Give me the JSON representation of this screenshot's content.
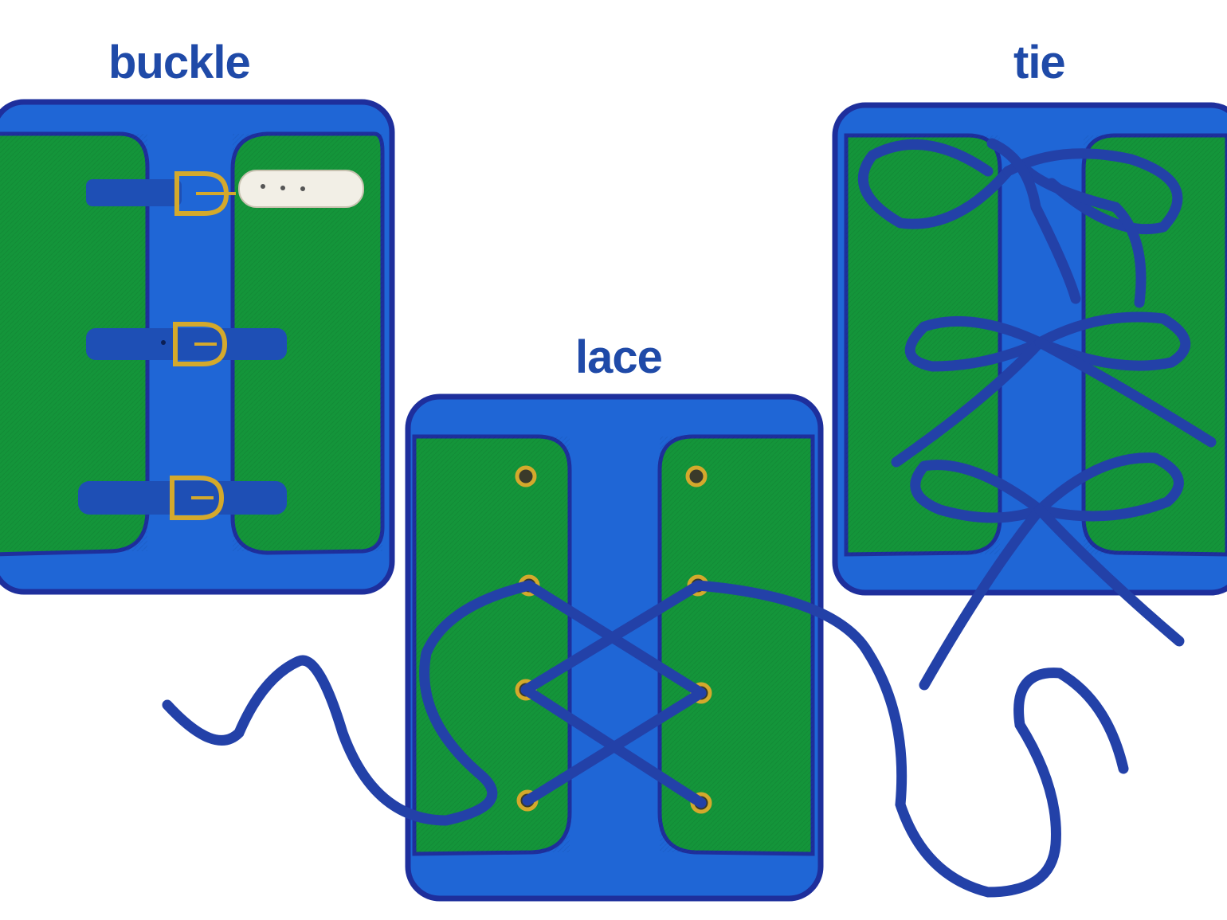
{
  "labels": {
    "buckle": "buckle",
    "lace": "lace",
    "tie": "tie"
  },
  "colors": {
    "label_text": "#1f4aa8",
    "board_blue": "#1f66d6",
    "board_edge": "#1e2f9c",
    "panel_green": "#14953a",
    "strap_blue": "#1e4fb5",
    "lace_blue": "#2341a8",
    "brass": "#d4a92c",
    "white_strap": "#f2efe6"
  },
  "boards": [
    {
      "name": "buckle",
      "fasteners": 3
    },
    {
      "name": "lace",
      "eyelets": 8
    },
    {
      "name": "tie",
      "bows": 3
    }
  ]
}
